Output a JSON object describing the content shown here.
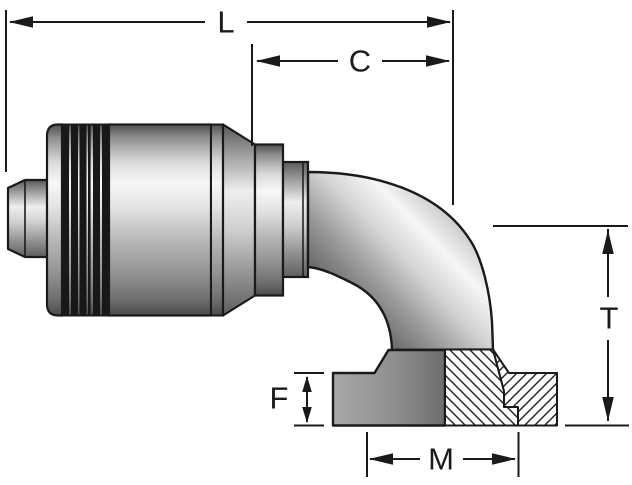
{
  "dimension_labels": {
    "L": "L",
    "C": "C",
    "T": "T",
    "F": "F",
    "M": "M"
  },
  "colors": {
    "background": "#ffffff",
    "line_color": "#1a1a1a",
    "metal_highlight": "#f7f7f7",
    "metal_midtone": "#b9b9b9",
    "metal_shadow": "#4f4f4f",
    "flange_gray": "#8e8e8e",
    "rib_black": "#181818",
    "hatch_line": "#222222"
  }
}
